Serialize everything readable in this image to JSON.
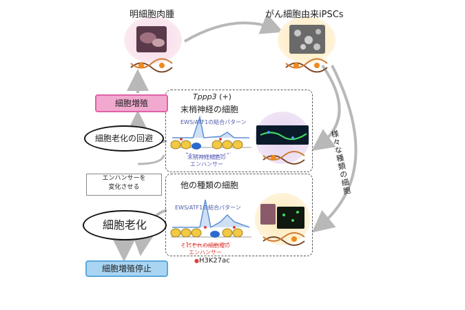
{
  "top": {
    "left_label": "明細胞肉腫",
    "right_label": "がん細胞由来iPSCs"
  },
  "left_column": {
    "proliferation": "細胞増殖",
    "senescence_bypass": "細胞老化の回避",
    "change_enhancer_line1": "エンハンサーを",
    "change_enhancer_line2": "変化させる",
    "senescence": "細胞老化",
    "arrest": "細胞増殖停止"
  },
  "upper_panel": {
    "gene": "Tppp3",
    "gene_suffix": " (+)",
    "title": "末梢神経の細胞",
    "pattern": "EWS/ATF1の結合パターン",
    "enhancer_line1": "末梢神経細胞の",
    "enhancer_line2": "エンハンサー"
  },
  "lower_panel": {
    "title": "他の種類の細胞",
    "pattern": "EWS/ATF1の結合パターン",
    "enhancer_line1": "それぞれの細胞種の",
    "enhancer_line2": "エンハンサー"
  },
  "side_label": "様々な種類の細胞",
  "legend": {
    "marker": "●",
    "text": "H3K27ac"
  },
  "colors": {
    "pink": "#e060a8",
    "blue": "#59a8dc",
    "enhancer_blue": "#5a5ab8",
    "enhancer_red": "#e0403a",
    "arrow_gray": "#b8b8b8"
  }
}
